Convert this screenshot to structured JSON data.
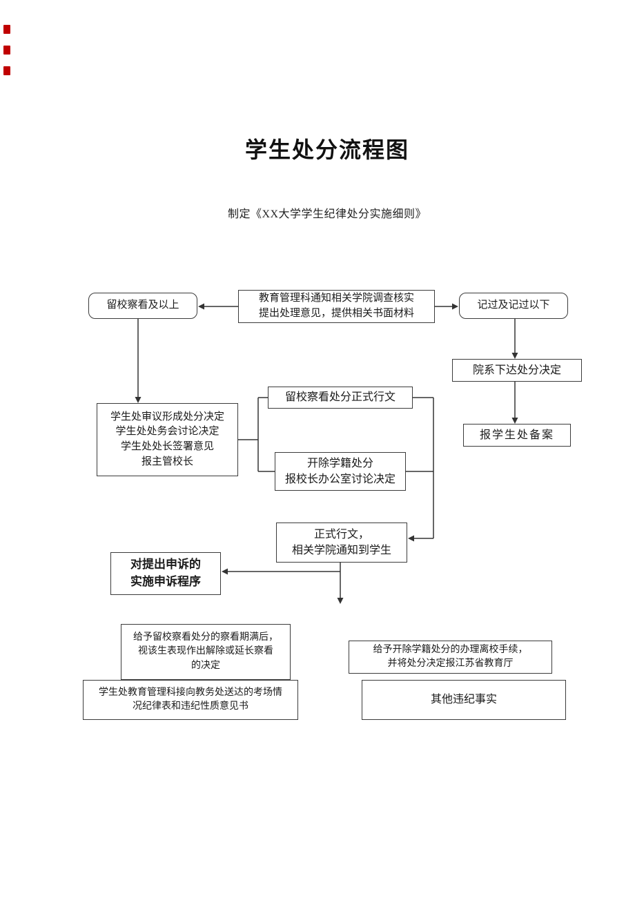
{
  "document": {
    "title": "学生处分流程图",
    "subtitle": "制定《XX大学学生纪律处分实施细则》"
  },
  "nodes": {
    "probation_above": "留校察看及以上",
    "edu_admin_notice": "教育管理科通知相关学院调查核实\n提出处理意见，提供相关书面材料",
    "demerit_below": "记过及记过以下",
    "college_issue_decision": "院系下达处分决定",
    "report_to_student_office": "报学生处备案",
    "student_office_review": "学生处审议形成处分决定\n学生处处务会讨论决定\n学生处处长签署意见\n报主管校长",
    "probation_formal_doc": "留校察看处分正式行文",
    "expulsion_decision": "开除学籍处分\n报校长办公室讨论决定",
    "formal_doc_notify": "正式行文，\n相关学院通知到学生",
    "appeal_procedure": "对提出申诉的\n实施申诉程序",
    "probation_expiry": "给予留校察看处分的察看期满后，\n视该生表现作出解除或延长察看\n的决定",
    "exam_discipline_report": "学生处教育管理科接向教务处送达的考场情\n况纪律表和违纪性质意见书",
    "expulsion_leave_school": "给予开除学籍处分的办理离校手续，\n并将处分决定报江苏省教育厅",
    "other_violations": "其他违纪事实"
  },
  "annotation_marks": {
    "count": 3,
    "color": "#c00000"
  }
}
